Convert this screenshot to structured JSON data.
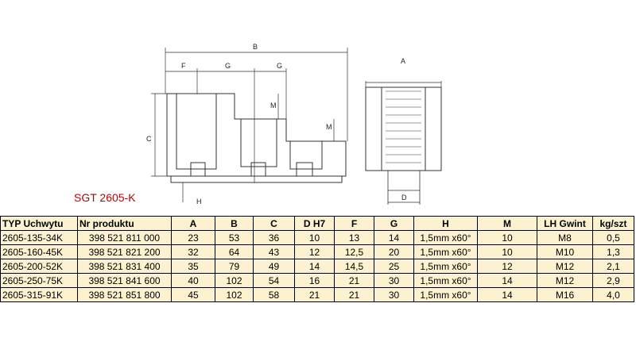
{
  "drawing": {
    "title": "SGT 2605-K",
    "dims": {
      "b": "B",
      "f": "F",
      "g1": "G",
      "g2": "G",
      "m1": "M",
      "m2": "M",
      "c": "C",
      "h": "H",
      "a": "A",
      "d": "D"
    }
  },
  "table": {
    "headers": [
      "TYP Uchwytu",
      "Nr produktu",
      "A",
      "B",
      "C",
      "D H7",
      "F",
      "G",
      "H",
      "M",
      "LH Gwint",
      "kg/szt"
    ],
    "rows": [
      [
        "2605-135-34K",
        "398 521 811 000",
        "23",
        "53",
        "36",
        "10",
        "13",
        "14",
        "1,5mm x60°",
        "10",
        "M8",
        "0,5"
      ],
      [
        "2605-160-45K",
        "398 521 821 200",
        "32",
        "64",
        "43",
        "12",
        "12,5",
        "20",
        "1,5mm x60°",
        "10",
        "M10",
        "1,3"
      ],
      [
        "2605-200-52K",
        "398 521 831 400",
        "35",
        "79",
        "49",
        "14",
        "14,5",
        "25",
        "1,5mm x60°",
        "12",
        "M12",
        "2,1"
      ],
      [
        "2605-250-75K",
        "398 521 841 600",
        "40",
        "102",
        "54",
        "16",
        "21",
        "30",
        "1,5mm x60°",
        "14",
        "M12",
        "2,9"
      ],
      [
        "2605-315-91K",
        "398 521 851 800",
        "45",
        "102",
        "58",
        "21",
        "21",
        "30",
        "1,5mm x60°",
        "14",
        "M16",
        "4,0"
      ]
    ]
  }
}
